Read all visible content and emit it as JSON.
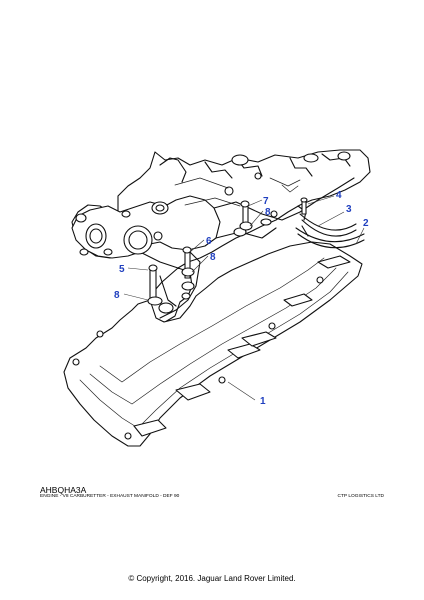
{
  "callouts": [
    {
      "id": "c1",
      "label": "1"
    },
    {
      "id": "c2",
      "label": "2"
    },
    {
      "id": "c3",
      "label": "3"
    },
    {
      "id": "c4",
      "label": "4"
    },
    {
      "id": "c5",
      "label": "5"
    },
    {
      "id": "c6",
      "label": "6"
    },
    {
      "id": "c7",
      "label": "7"
    },
    {
      "id": "c8a",
      "label": "8"
    },
    {
      "id": "c8b",
      "label": "8"
    },
    {
      "id": "c8c",
      "label": "8"
    }
  ],
  "footer": {
    "reference_code": "AHBQHA3A",
    "caption": "ENGINE - V8 CARBURETTER - EXHAUST MANIFOLD - DEF 90",
    "supplier": "CTP LOGISTICS LTD",
    "copyright": "© Copyright, 2016. Jaguar Land Rover Limited."
  }
}
